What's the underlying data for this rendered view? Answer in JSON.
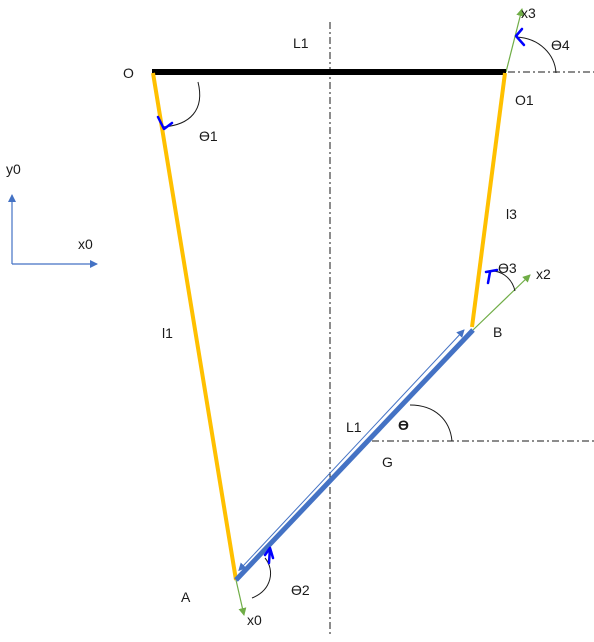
{
  "labels": {
    "L1_top": "L1",
    "O": "O",
    "O1": "O1",
    "x3": "x3",
    "theta4": "ϴ4",
    "theta1": "ϴ1",
    "y0": "y0",
    "x0_ref": "x0",
    "l3": "l3",
    "theta3": "ϴ3",
    "x2": "x2",
    "l1": "l1",
    "B": "B",
    "L1_mid": "L1",
    "theta": "ϴ",
    "G": "G",
    "A": "A",
    "theta2": "ϴ2",
    "x0_A": "x0"
  },
  "colors": {
    "ground_link": "#000000",
    "yellow_link": "#FFC000",
    "blue_link": "#4472C4",
    "axis_green": "#70AD47",
    "arrow_blue": "#0000FF",
    "line_dark": "#1a1a1a"
  }
}
